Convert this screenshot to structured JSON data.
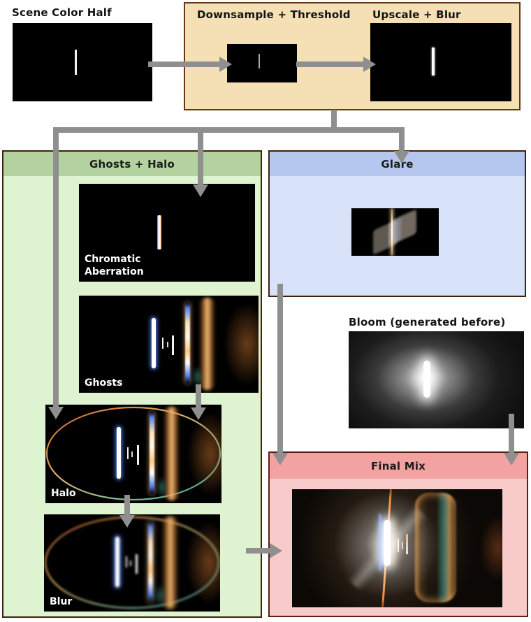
{
  "diagram": {
    "scene": {
      "label": "Scene Color Half"
    },
    "threshold_box": {
      "downsample_label": "Downsample + Threshold",
      "upscale_label": "Upscale + Blur"
    },
    "ghosts_halo_panel": {
      "title": "Ghosts + Halo",
      "chromatic_label": "Chromatic Aberration",
      "ghosts_label": "Ghosts",
      "halo_label": "Halo",
      "blur_label": "Blur"
    },
    "glare_panel": {
      "title": "Glare"
    },
    "bloom": {
      "label": "Bloom (generated before)"
    },
    "final_panel": {
      "title": "Final Mix"
    },
    "colors": {
      "threshold_bg": "#f5dfb5",
      "threshold_border": "#6b3511",
      "ghosts_bg": "#def3d0",
      "ghosts_header": "#b4d2a0",
      "glare_bg": "#d8e2f8",
      "glare_header": "#b6c7ef",
      "final_bg": "#f9caca",
      "final_header": "#f3a2a2",
      "panel_border": "#40210a",
      "arrow": "#8f8f8f"
    }
  }
}
